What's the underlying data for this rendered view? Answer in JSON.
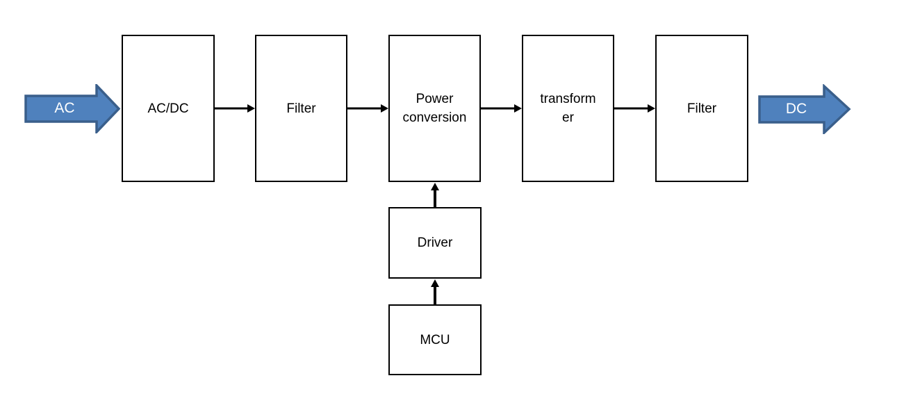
{
  "diagram": {
    "title": "power-supply-block-diagram",
    "colors": {
      "block_arrow_fill": "#4f81bd",
      "block_arrow_border": "#3a5f8b",
      "block_arrow_text": "#ffffff",
      "connector": "#000000",
      "box_border": "#000000",
      "box_fill": "#ffffff",
      "box_text": "#000000",
      "background": "#ffffff"
    },
    "input_arrow": {
      "label": "AC"
    },
    "output_arrow": {
      "label": "DC"
    },
    "boxes": [
      {
        "id": "ac-dc",
        "lines": [
          "AC/DC"
        ]
      },
      {
        "id": "filter-1",
        "lines": [
          "Filter"
        ]
      },
      {
        "id": "power-conversion",
        "lines": [
          "Power",
          "conversion"
        ]
      },
      {
        "id": "transformer",
        "lines": [
          "transform",
          "er"
        ]
      },
      {
        "id": "filter-2",
        "lines": [
          "Filter"
        ]
      },
      {
        "id": "driver",
        "lines": [
          "Driver"
        ]
      },
      {
        "id": "mcu",
        "lines": [
          "MCU"
        ]
      }
    ],
    "connections": [
      {
        "from": "ac-input",
        "to": "ac-dc",
        "direction": "right"
      },
      {
        "from": "ac-dc",
        "to": "filter-1",
        "direction": "right"
      },
      {
        "from": "filter-1",
        "to": "power-conversion",
        "direction": "right"
      },
      {
        "from": "power-conversion",
        "to": "transformer",
        "direction": "right"
      },
      {
        "from": "transformer",
        "to": "filter-2",
        "direction": "right"
      },
      {
        "from": "filter-2",
        "to": "dc-output",
        "direction": "right"
      },
      {
        "from": "driver",
        "to": "power-conversion",
        "direction": "up"
      },
      {
        "from": "mcu",
        "to": "driver",
        "direction": "up"
      }
    ]
  }
}
